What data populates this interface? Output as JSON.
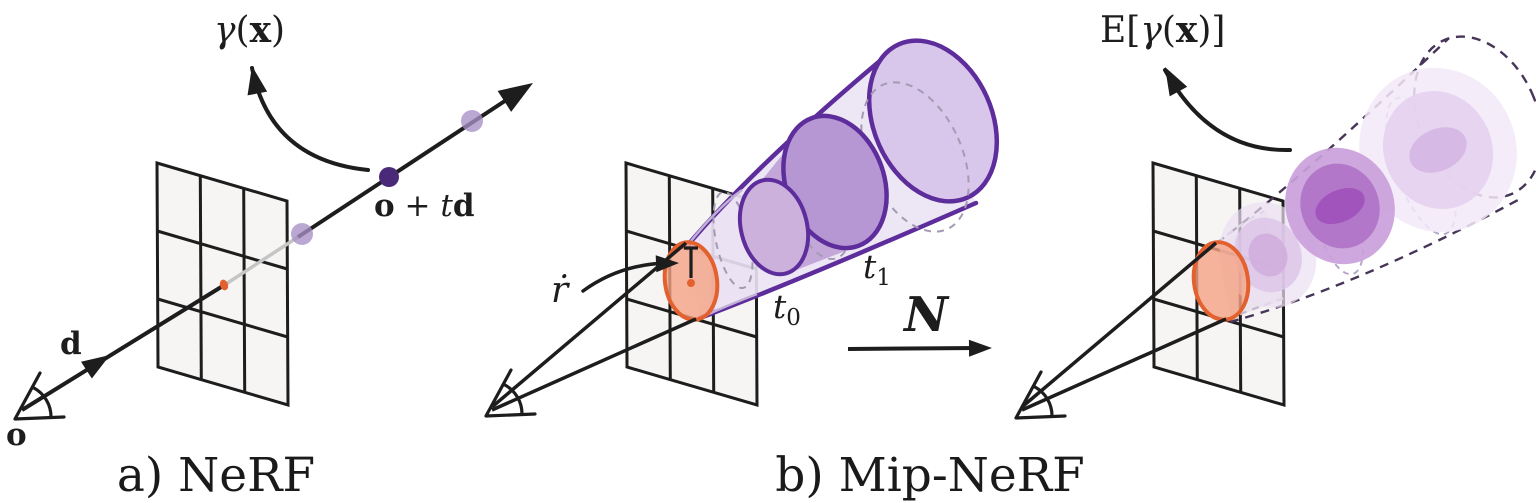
{
  "figure": {
    "background": "#ffffff",
    "colors": {
      "ink": "#1d1d1d",
      "ray_occluded_gray": "#c5c5c5",
      "sample_dot_light": "#a68fc6",
      "sample_dot_dark": "#4a2a78",
      "pixel_orange_stroke": "#e2612e",
      "pixel_orange_fill": "#f5a284",
      "cone_outline_purple": "#5e2d9c",
      "cone_body_lavender": "#ebe3f4",
      "cone_opening_fill": "#d9c6eb",
      "frustum_fill": "#c3a7d8",
      "t0_disk_fill": "#cdb1dd",
      "t1_disk_fill": "#b697d3",
      "dashed_rim_gray": "#a49bb2",
      "dashed_cone_dark": "#463558",
      "dashed_cone_light": "#c6bbd2",
      "gaussian_outer_faint": "#ebe0f2",
      "gaussian_mid": "#b277c9",
      "gaussian_core": "#a154bb"
    },
    "panel_a": {
      "caption": "a) NeRF",
      "gamma_label": {
        "gamma": "γ",
        "open": "(",
        "x": "x",
        "close": ")"
      },
      "ray_point_label": {
        "o": "o",
        "plus": " + ",
        "t": "t",
        "d": "d"
      },
      "direction_label": "d",
      "origin_label": "o"
    },
    "panel_b": {
      "caption": "b) Mip-NeRF",
      "radius_label": "ṙ",
      "t0_label": {
        "base": "t",
        "sub": "0"
      },
      "t1_label": {
        "base": "t",
        "sub": "1"
      }
    },
    "transform_arrow": {
      "gaussian_symbol": "N"
    },
    "panel_c": {
      "expected_label": {
        "pre": "E[",
        "gamma": "γ",
        "open": "(",
        "x": "x",
        "post": ")]"
      }
    }
  }
}
